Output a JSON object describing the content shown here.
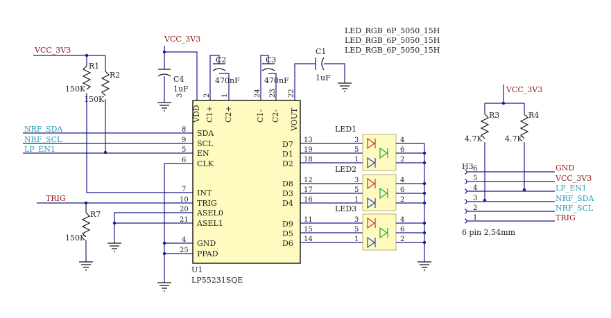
{
  "nets": {
    "vcc_left": "VCC_3V3",
    "vcc_top": "VCC_3V3",
    "vcc_right": "VCC_3V3",
    "nrf_sda": "NRF_SDA",
    "nrf_scl": "NRF_SCL",
    "lp_en1": "LP_EN1",
    "trig": "TRIG"
  },
  "parts": {
    "r1": "R1",
    "r1_val": "150K",
    "r2": "R2",
    "r2_val": "150K",
    "r7": "R7",
    "r7_val": "150K",
    "r3": "R3",
    "r3_val": "4.7K",
    "r4": "R4",
    "r4_val": "4.7K",
    "c4": "C4",
    "c4_val": "1uF",
    "c2": "C2",
    "c2_val": "470nF",
    "c3": "C3",
    "c3_val": "470nF",
    "c1": "C1",
    "c1_val": "1uF"
  },
  "led_part_lines": [
    "LED_RGB_6P_5050_15H",
    "LED_RGB_6P_5050_15H",
    "LED_RGB_6P_5050_15H"
  ],
  "ic": {
    "ref": "U1",
    "part": "LP55231SQE",
    "top_pins": [
      {
        "name": "VDD",
        "num": "3"
      },
      {
        "name": "C1+",
        "num": "2"
      },
      {
        "name": "C2+",
        "num": "1"
      },
      {
        "name": "C1-",
        "num": "24"
      },
      {
        "name": "C2-",
        "num": "23"
      },
      {
        "name": "VOUT",
        "num": "22"
      }
    ],
    "left_pins": [
      {
        "name": "SDA",
        "num": "8"
      },
      {
        "name": "SCL",
        "num": "9"
      },
      {
        "name": "EN",
        "num": "5"
      },
      {
        "name": "CLK",
        "num": "6"
      },
      {
        "name": "INT",
        "num": "7"
      },
      {
        "name": "TRIG",
        "num": "10"
      },
      {
        "name": "ASEL0",
        "num": "20"
      },
      {
        "name": "ASEL1",
        "num": "21"
      },
      {
        "name": "GND",
        "num": "4"
      },
      {
        "name": "PPAD",
        "num": "25"
      }
    ],
    "right_pins": [
      {
        "name": "D7",
        "num": "13"
      },
      {
        "name": "D1",
        "num": "19"
      },
      {
        "name": "D2",
        "num": "18"
      },
      {
        "name": "D8",
        "num": "12"
      },
      {
        "name": "D3",
        "num": "17"
      },
      {
        "name": "D4",
        "num": "16"
      },
      {
        "name": "D9",
        "num": "11"
      },
      {
        "name": "D5",
        "num": "15"
      },
      {
        "name": "D6",
        "num": "14"
      }
    ]
  },
  "leds": [
    {
      "ref": "LED1",
      "in": [
        "3",
        "5",
        "1"
      ],
      "out": [
        "4",
        "6",
        "2"
      ]
    },
    {
      "ref": "LED2",
      "in": [
        "3",
        "5",
        "1"
      ],
      "out": [
        "4",
        "6",
        "2"
      ]
    },
    {
      "ref": "LED3",
      "in": [
        "3",
        "5",
        "1"
      ],
      "out": [
        "4",
        "6",
        "2"
      ]
    }
  ],
  "header": {
    "ref": "H3",
    "desc": "6 pin 2,54mm",
    "pins": [
      {
        "num": "6",
        "net": "GND"
      },
      {
        "num": "5",
        "net": "VCC_3V3"
      },
      {
        "num": "4",
        "net": "LP_EN1"
      },
      {
        "num": "3",
        "net": "NRF_SDA"
      },
      {
        "num": "2",
        "net": "NRF_SCL"
      },
      {
        "num": "1",
        "net": "TRIG"
      }
    ]
  },
  "colors": {
    "wire": "#1a1a8c",
    "net_label_power": "#8b1a1a",
    "net_label_signal": "#2aa0b4",
    "chip_fill": "#fffbc0",
    "led_red": "#c03030",
    "led_green": "#20a040",
    "led_blue": "#2040c0"
  }
}
